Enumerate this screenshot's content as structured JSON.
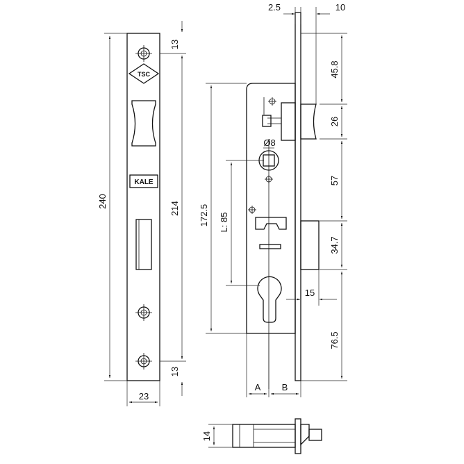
{
  "drawing": {
    "front": {
      "logo_top": "TSC",
      "logo_mid": "KALE",
      "dim_height_total": "240",
      "dim_height_inner": "214",
      "dim_top_hole": "13",
      "dim_bottom_hole": "13",
      "dim_width": "23"
    },
    "side": {
      "dim_faceplate_thickness": "2.5",
      "dim_latch_projection": "10",
      "dim_latch_to_top": "45.8",
      "dim_latch_height": "26",
      "dim_square_spindle": "Ø8",
      "dim_spindle_to_deadbolt": "57",
      "dim_body_height": "172.5",
      "dim_center_distance": "L: 85",
      "dim_deadbolt_height": "34.7",
      "dim_deadbolt_projection": "15",
      "dim_cylinder_to_bottom": "76.5",
      "label_a": "A",
      "label_b": "B"
    },
    "bottom": {
      "dim_thickness": "14"
    }
  }
}
